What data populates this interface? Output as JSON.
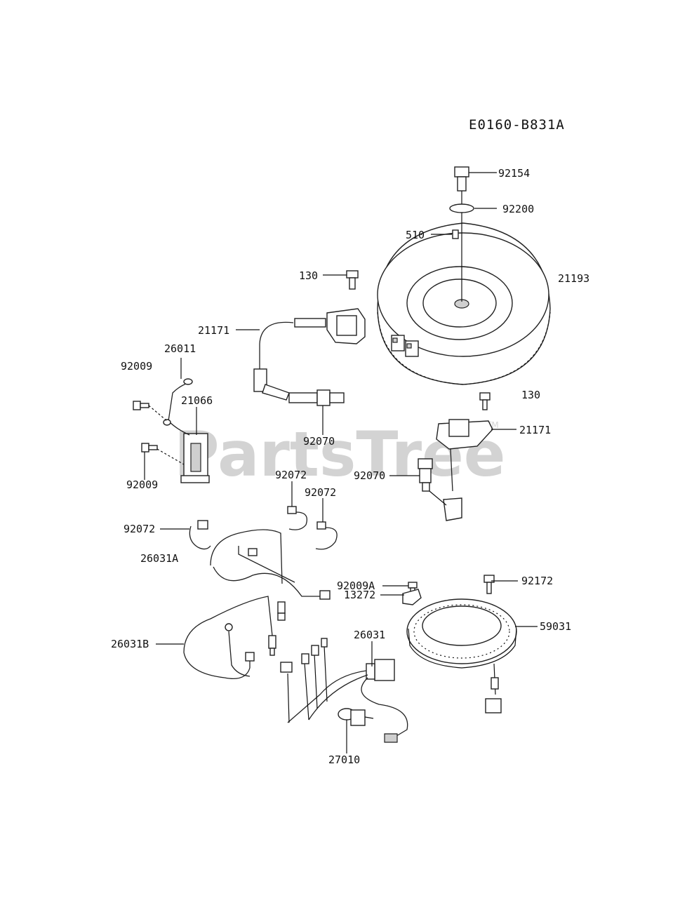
{
  "diagram_code": "E0160-B831A",
  "watermark": {
    "text": "PartsTree",
    "tm": "TM"
  },
  "labels": {
    "p92154": "92154",
    "p92200": "92200",
    "p510": "510",
    "p130a": "130",
    "p21193": "21193",
    "p21171a": "21171",
    "p26011": "26011",
    "p92009a": "92009",
    "p21066": "21066",
    "p130b": "130",
    "p21171b": "21171",
    "p92070a": "92070",
    "p92009b": "92009",
    "p92072a": "92072",
    "p92072b": "92072",
    "p92070b": "92070",
    "p92072c": "92072",
    "p26031A": "26031A",
    "p92009A": "92009A",
    "p92172": "92172",
    "p13272": "13272",
    "p59031": "59031",
    "p26031B": "26031B",
    "p26031": "26031",
    "p27010": "27010"
  }
}
